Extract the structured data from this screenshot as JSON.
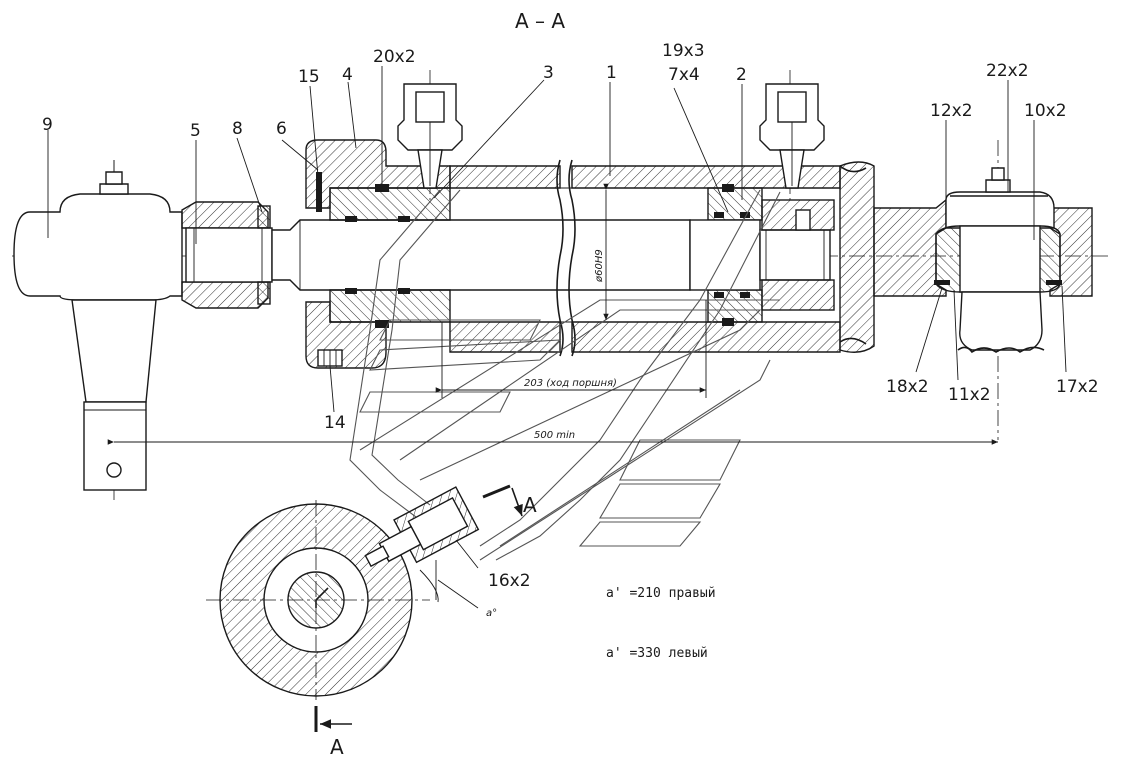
{
  "section_title": "А – А",
  "part_labels": {
    "p9": "9",
    "p5": "5",
    "p8": "8",
    "p6": "6",
    "p15": "15",
    "p4": "4",
    "p20": "20x2",
    "p3": "3",
    "p1": "1",
    "p19": "19x3",
    "p7": "7x4",
    "p2": "2",
    "p22": "22x2",
    "p12": "12x2",
    "p10": "10x2",
    "p18": "18x2",
    "p11": "11x2",
    "p17": "17x2",
    "p14": "14",
    "p16": "16x2"
  },
  "dimensions": {
    "bore": "ø60Н9",
    "stroke": "203 (ход поршня)",
    "min_length": "500 min",
    "angle": "a°"
  },
  "section_marks": {
    "upper": "A",
    "lower": "A"
  },
  "notes": {
    "right": "a' =210 правый",
    "left": "a' =330 левый"
  }
}
